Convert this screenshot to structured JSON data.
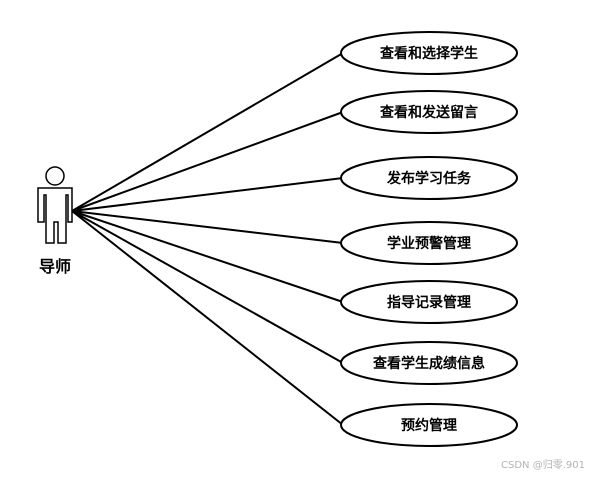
{
  "actor": {
    "name": "导师",
    "icon": "person-icon"
  },
  "use_cases": [
    {
      "label": "查看和选择学生"
    },
    {
      "label": "查看和发送留言"
    },
    {
      "label": "发布学习任务"
    },
    {
      "label": "学业预警管理"
    },
    {
      "label": "指导记录管理"
    },
    {
      "label": "查看学生成绩信息"
    },
    {
      "label": "预约管理"
    }
  ],
  "watermark": "CSDN @归零.901",
  "colors": {
    "stroke": "#000000",
    "background": "#ffffff",
    "watermark": "#b3b3b3"
  }
}
